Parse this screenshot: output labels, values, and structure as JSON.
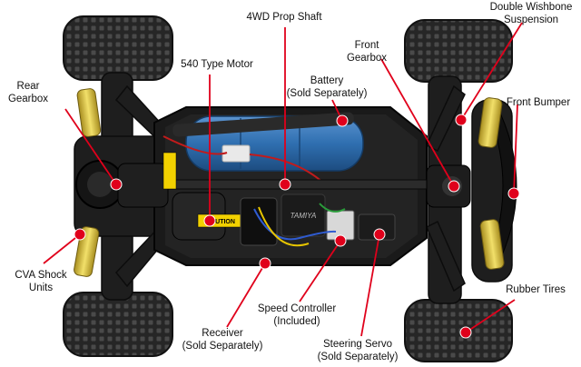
{
  "labels": {
    "prop_shaft": "4WD Prop Shaft",
    "double_wishbone": [
      "Double Wishbone",
      "Suspension"
    ],
    "type_motor": "540 Type Motor",
    "front_gearbox": [
      "Front",
      "Gearbox"
    ],
    "battery": [
      "Battery",
      "(Sold Separately)"
    ],
    "rear_gearbox": [
      "Rear",
      "Gearbox"
    ],
    "front_bumper": "Front Bumper",
    "cva_shock": [
      "CVA Shock",
      "Units"
    ],
    "rubber_tires": "Rubber Tires",
    "speed_controller": [
      "Speed Controller",
      "(Included)"
    ],
    "receiver": [
      "Receiver",
      "(Sold Separately)"
    ],
    "steering_servo": [
      "Steering Servo",
      "(Sold Separately)"
    ]
  },
  "decals": {
    "caution": "CAUTION",
    "chassis_logo": "TAMIYA"
  },
  "colors": {
    "background": "#ffffff",
    "callout_line": "#e0001b",
    "callout_dot": "#e0001b",
    "chassis": "#1c1c1c",
    "battery": "#2f6fb0",
    "shock_spring": "#e8d34a",
    "tire": "#202020"
  }
}
